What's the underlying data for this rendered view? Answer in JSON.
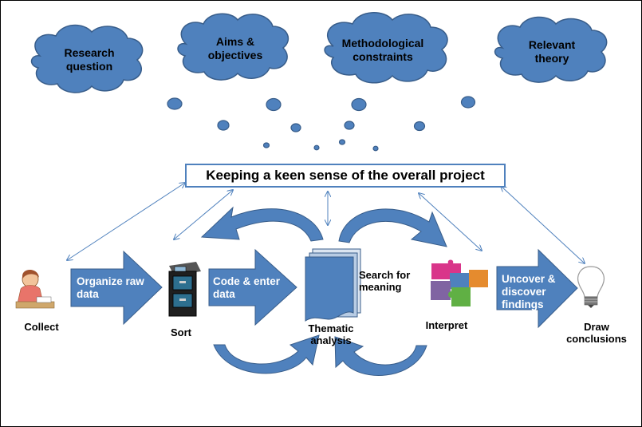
{
  "clouds": [
    {
      "id": "research",
      "label": "Research\nquestion"
    },
    {
      "id": "aims",
      "label": "Aims &\nobjectives"
    },
    {
      "id": "constraints",
      "label": "Methodological\nconstraints"
    },
    {
      "id": "theory",
      "label": "Relevant\ntheory"
    }
  ],
  "central_box": "Keeping a keen sense of the overall project",
  "arrows": {
    "organize": "Organize raw\ndata",
    "code": "Code & enter\ndata",
    "uncover": "Uncover &\ndiscover\nfindings"
  },
  "stages": {
    "collect": "Collect",
    "sort": "Sort",
    "thematic": "Thematic\nanalysis",
    "search": "Search for\nmeaning",
    "interpret": "Interpret",
    "draw": "Draw\nconclusions"
  },
  "colors": {
    "fill": "#4f81bd",
    "stroke": "#385d8a",
    "thin_arrow": "#4f81bd"
  },
  "icons": [
    "person-writing-icon",
    "filing-cabinet-icon",
    "stacked-pages-icon",
    "puzzle-pieces-icon",
    "lightbulb-icon"
  ]
}
